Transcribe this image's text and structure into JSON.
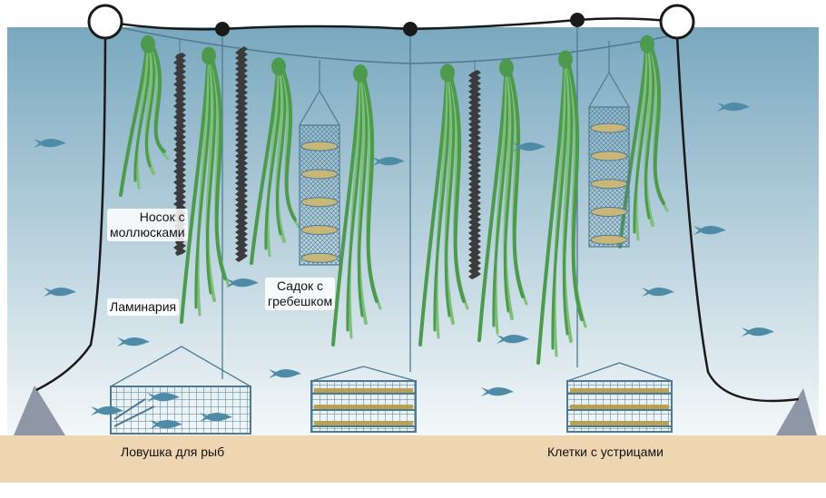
{
  "labels": {
    "mussel_sock": "Носок с моллюсками",
    "mussel_sock_line1": "Носок с",
    "mussel_sock_line2": "моллюсками",
    "kelp": "Ламинария",
    "scallop_lantern_line1": "Садок с",
    "scallop_lantern_line2": "гребешком",
    "fish_trap": "Ловушка для рыб",
    "oyster_cages": "Клетки с устрицами"
  },
  "colors": {
    "water_top": "#79a8bf",
    "water_bottom": "#f4f8f9",
    "seabed": "#efd6b3",
    "kelp": "#4d9a4e",
    "kelp_light": "#7fbf7a",
    "mussel": "#3b3a3d",
    "rope": "#1a1a1a",
    "line": "#4d7a92",
    "fish": "#4f8aa6",
    "anchor": "#8f96a6"
  }
}
